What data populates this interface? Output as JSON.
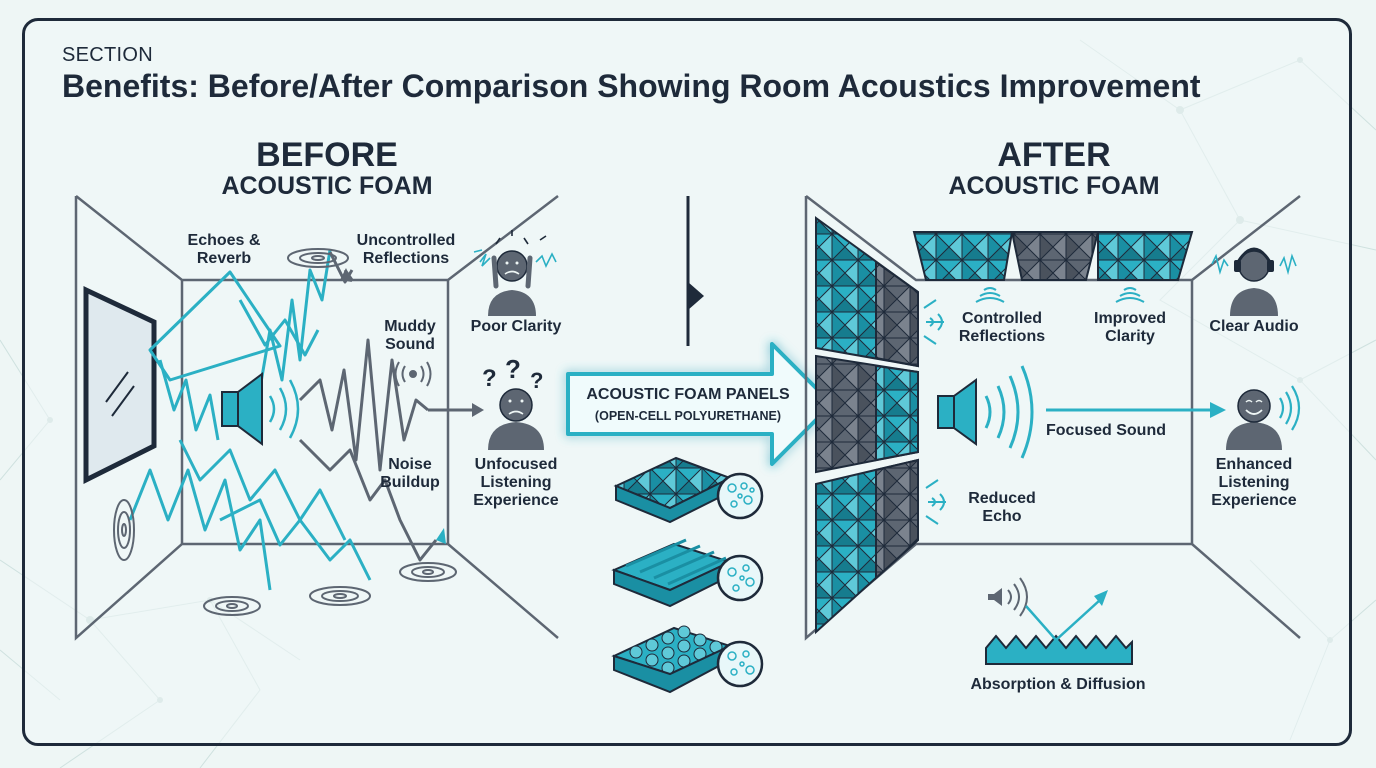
{
  "header": {
    "section_label": "SECTION",
    "title": "Benefits: Before/After Comparison Showing Room Acoustics Improvement"
  },
  "before": {
    "heading": "BEFORE",
    "subheading": "ACOUSTIC FOAM",
    "labels": {
      "echoes": [
        "Echoes &",
        "Reverb"
      ],
      "reflections": [
        "Uncontrolled",
        "Reflections"
      ],
      "muddy": [
        "Muddy",
        "Sound"
      ],
      "noise": [
        "Noise",
        "Buildup"
      ],
      "poor_clarity": "Poor Clarity",
      "unfocused": [
        "Unfocused",
        "Listening",
        "Experience"
      ]
    }
  },
  "middle": {
    "callout_title": "ACOUSTIC FOAM PANELS",
    "callout_subtitle": "(OPEN-CELL POLYURETHANE)",
    "foam_types": [
      "pyramid-foam",
      "wedge-foam",
      "egg-crate-foam"
    ]
  },
  "after": {
    "heading": "AFTER",
    "subheading": "ACOUSTIC FOAM",
    "labels": {
      "controlled": [
        "Controlled",
        "Reflections"
      ],
      "improved": [
        "Improved",
        "Clarity"
      ],
      "clear_audio": "Clear Audio",
      "focused": "Focused Sound",
      "reduced": [
        "Reduced",
        "Echo"
      ],
      "enhanced": [
        "Enhanced",
        "Listening",
        "Experience"
      ],
      "absorption": "Absorption & Diffusion"
    }
  },
  "colors": {
    "accent": "#2bb0c4",
    "accent_dark": "#1a8fa3",
    "ink": "#1e2a3a",
    "gray": "#5d6672",
    "background": "#eef6f5"
  }
}
